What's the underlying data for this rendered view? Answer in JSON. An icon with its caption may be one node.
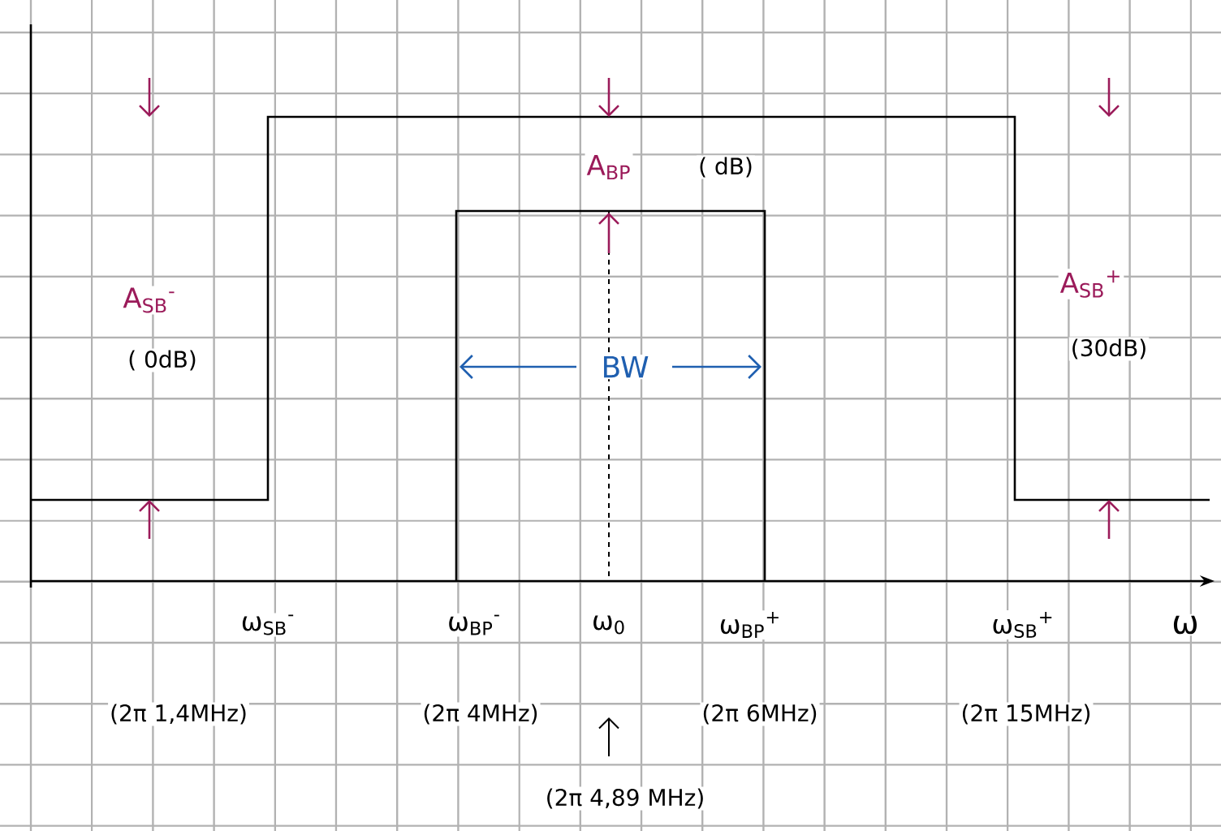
{
  "diagram": {
    "labels": [
      "A$_{BP}$",
      "( dB)",
      "A$_{SB}$$^{-}$",
      "( 0dB)",
      "BW",
      "A$_{SB}$$^{+}$",
      "(30dB)",
      "ω$_{SB}$$^{-}$",
      "ω$_{BP}$$^{-}$",
      "ω$_{0}$",
      "ω$_{BP}$$^{+}$",
      "ω$_{SB}$$^{+}$",
      "ω",
      "(2π 1,4MHz)",
      "(2π 4MHz)",
      "(2π 6MHz)",
      "(2π 15MHz)",
      "(2π 4,89 MHz)"
    ]
  }
}
